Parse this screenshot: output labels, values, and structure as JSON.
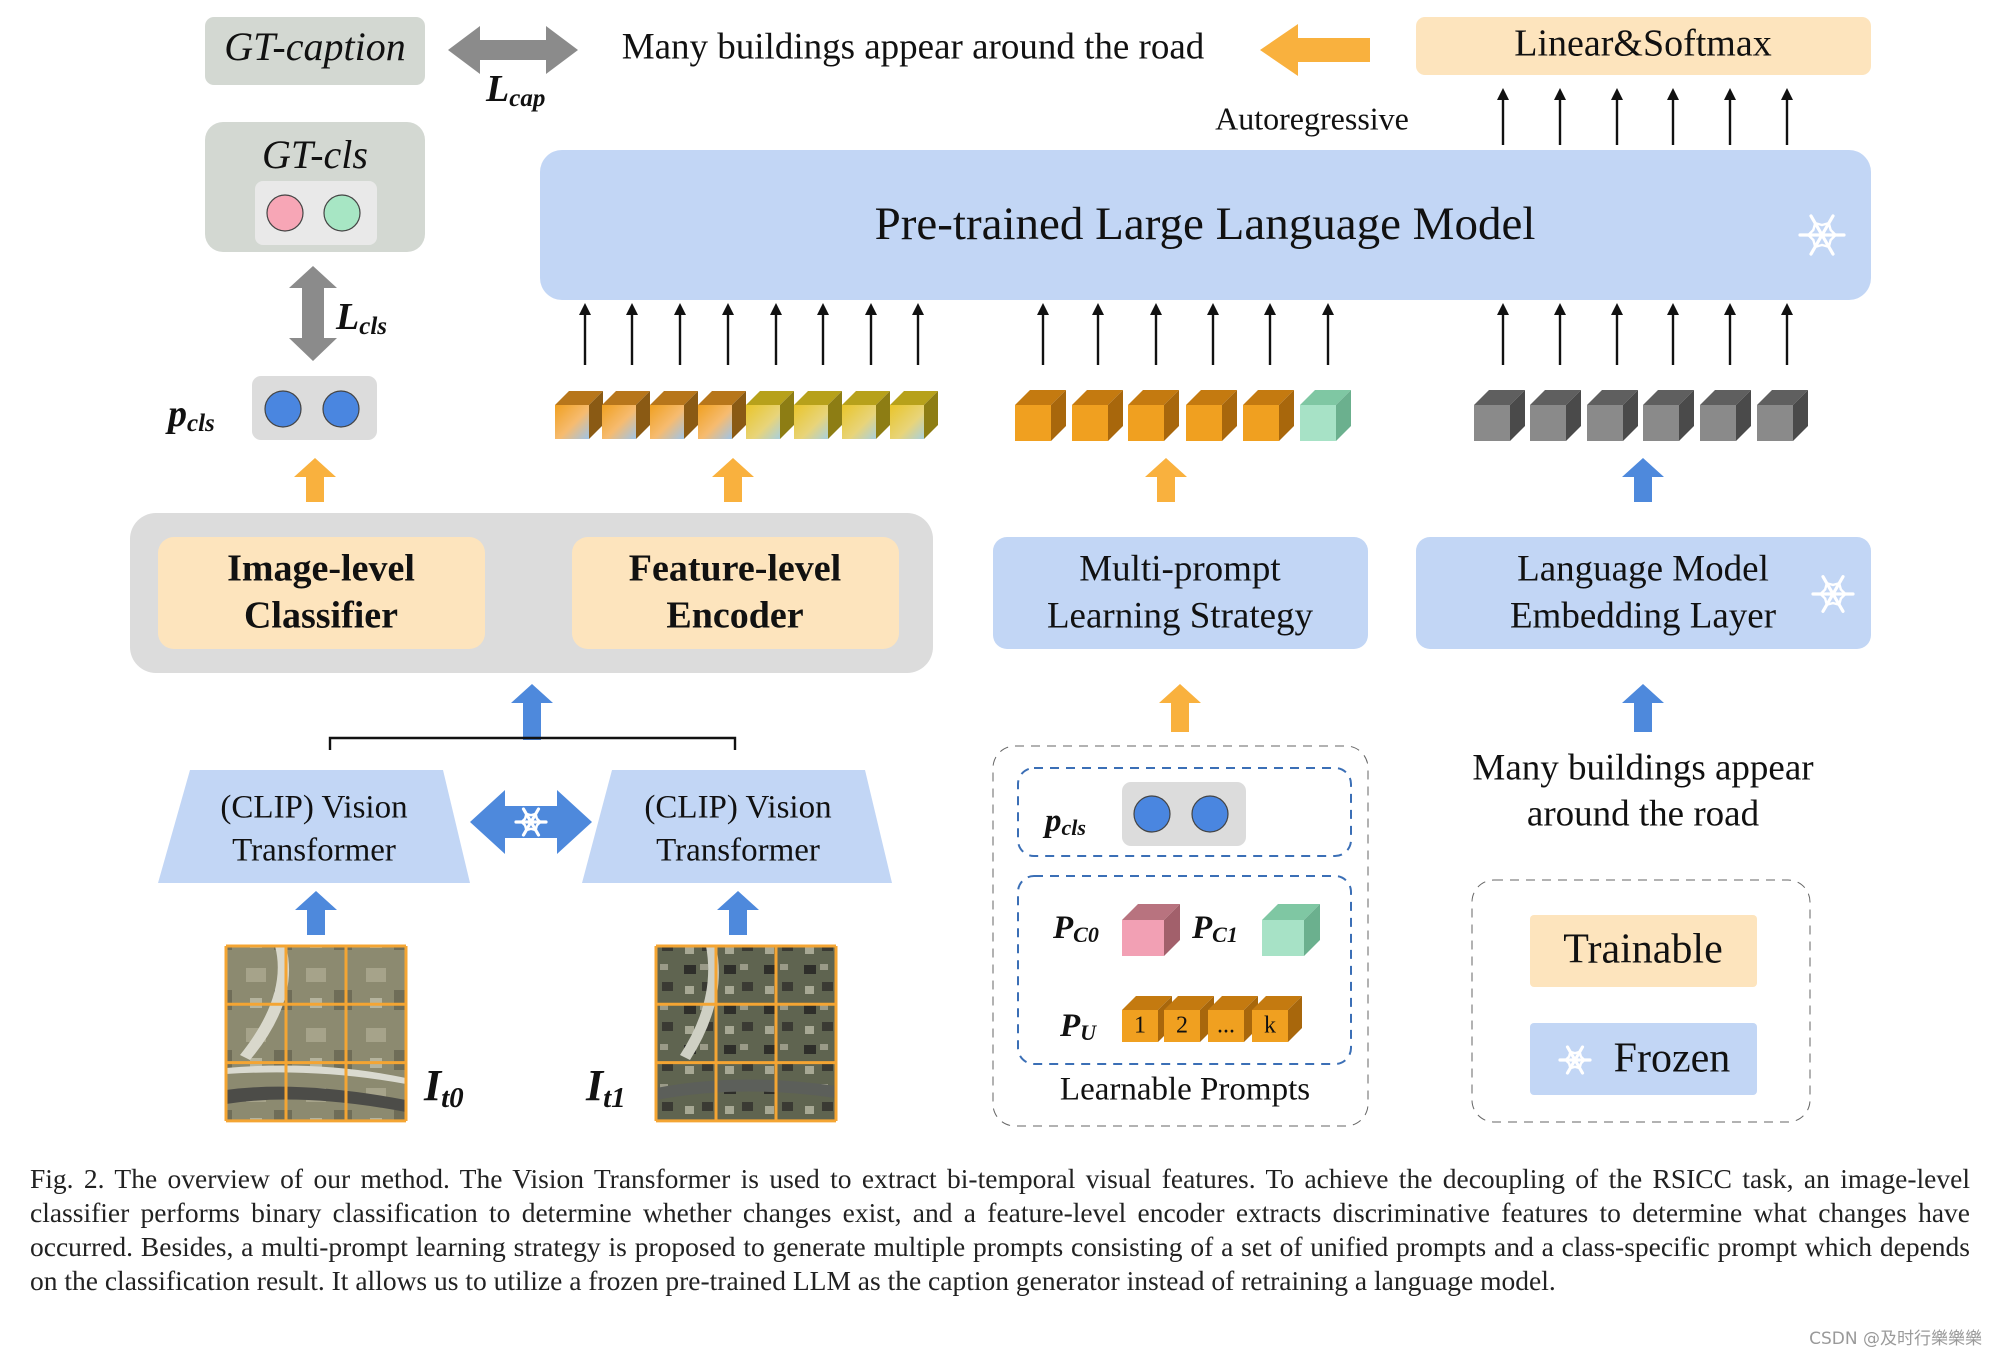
{
  "gt_caption": "GT-caption",
  "loss_cap": {
    "base": "L",
    "sub": "cap"
  },
  "caption_sample": "Many buildings appear around the road",
  "linear_softmax": "Linear&Softmax",
  "autoregressive": "Autoregressive",
  "llm_title": "Pre-trained Large Language Model",
  "gt_cls": "GT-cls",
  "loss_cls": {
    "base": "L",
    "sub": "cls"
  },
  "p_cls": {
    "base": "p",
    "sub": "cls"
  },
  "image_classifier": [
    "Image-level",
    "Classifier"
  ],
  "feature_encoder": [
    "Feature-level",
    "Encoder"
  ],
  "multi_prompt": [
    "Multi-prompt",
    "Learning Strategy"
  ],
  "embedding_layer": [
    "Language Model",
    "Embedding Layer"
  ],
  "vit_left": [
    "(CLIP) Vision",
    "Transformer"
  ],
  "vit_right": [
    "(CLIP) Vision",
    "Transformer"
  ],
  "input_text": [
    "Many buildings appear",
    "around the road"
  ],
  "img_t0": {
    "base": "I",
    "sub": "t0"
  },
  "img_t1": {
    "base": "I",
    "sub": "t1"
  },
  "prompts": {
    "p_cls": {
      "base": "p",
      "sub": "cls"
    },
    "p_c0": {
      "base": "P",
      "sub": "C0"
    },
    "p_c1": {
      "base": "P",
      "sub": "C1"
    },
    "p_u": {
      "base": "P",
      "sub": "U"
    },
    "u_labels": [
      "1",
      "2",
      "...",
      "k"
    ],
    "title": "Learnable Prompts"
  },
  "legend": {
    "trainable": "Trainable",
    "frozen": "Frozen"
  },
  "figure_caption": "Fig. 2.  The overview of our method. The Vision Transformer is used to extract bi-temporal visual features. To achieve the decoupling of the RSICC task, an image-level classifier performs binary classification to determine whether changes exist, and a feature-level encoder extracts discriminative features to determine what changes have occurred. Besides, a multi-prompt learning strategy is proposed to generate multiple prompts consisting of a set of unified prompts and a class-specific prompt which depends on the classification result. It allows us to utilize a frozen pre-trained LLM as the caption generator instead of retraining a language model.",
  "watermark": "CSDN @及时行樂樂樂",
  "colors": {
    "trainable": "#fde4bd",
    "frozen": "#c2d6f5",
    "gt_box": "#d3d8d2",
    "gray_panel": "#dcdcdc",
    "blue_arrow": "#4e89dc",
    "orange_arrow": "#f9b13e",
    "gray_arrow": "#8b8b8b",
    "orange_token": "#f0a020",
    "gray_token": "#8a8a8a",
    "green_token": "#a7e2c6",
    "pink_token": "#f2a0b4",
    "circle_blue": "#4a86e0",
    "circle_pink": "#f7a6b6",
    "circle_green": "#a7e6c4"
  }
}
